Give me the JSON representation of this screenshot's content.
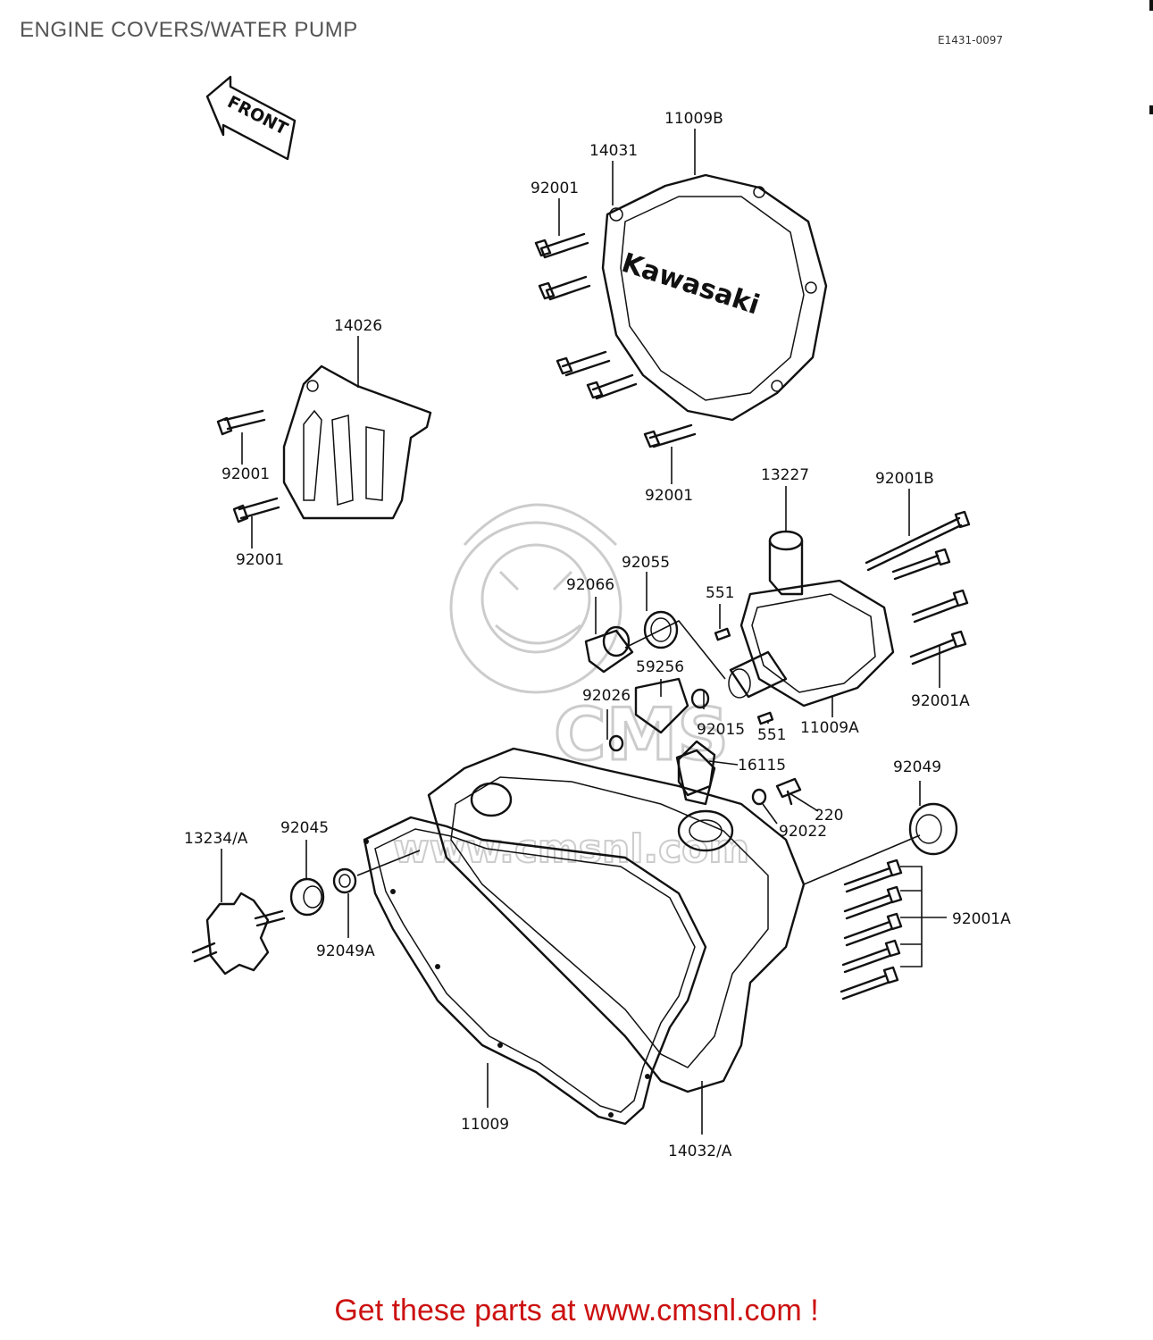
{
  "header": {
    "title": "ENGINE COVERS/WATER PUMP",
    "diagram_code": "E1431-0097"
  },
  "front_arrow": {
    "label": "FRONT"
  },
  "cover_logo": {
    "text": "Kawasaki"
  },
  "watermark": {
    "text": "www.cmsnl.com",
    "logo_text": "CMS"
  },
  "part_labels": [
    {
      "id": "p1",
      "text": "11009B"
    },
    {
      "id": "p2",
      "text": "14031"
    },
    {
      "id": "p3",
      "text": "92001"
    },
    {
      "id": "p4",
      "text": "14026"
    },
    {
      "id": "p5",
      "text": "92001"
    },
    {
      "id": "p6",
      "text": "92001"
    },
    {
      "id": "p7",
      "text": "92001"
    },
    {
      "id": "p8",
      "text": "13227"
    },
    {
      "id": "p9",
      "text": "92001B"
    },
    {
      "id": "p10",
      "text": "92055"
    },
    {
      "id": "p11",
      "text": "92066"
    },
    {
      "id": "p12",
      "text": "551"
    },
    {
      "id": "p13",
      "text": "59256"
    },
    {
      "id": "p14",
      "text": "92026"
    },
    {
      "id": "p15",
      "text": "92015"
    },
    {
      "id": "p16",
      "text": "551"
    },
    {
      "id": "p17",
      "text": "11009A"
    },
    {
      "id": "p18",
      "text": "92001A"
    },
    {
      "id": "p19",
      "text": "16115"
    },
    {
      "id": "p20",
      "text": "92049"
    },
    {
      "id": "p21",
      "text": "220"
    },
    {
      "id": "p22",
      "text": "92022"
    },
    {
      "id": "p23",
      "text": "13234/A"
    },
    {
      "id": "p24",
      "text": "92045"
    },
    {
      "id": "p25",
      "text": "92049A"
    },
    {
      "id": "p26",
      "text": "92001A"
    },
    {
      "id": "p27",
      "text": "11009"
    },
    {
      "id": "p28",
      "text": "14032/A"
    }
  ],
  "footer": {
    "text": "Get these parts at www.cmsnl.com !",
    "color": "#cc1111"
  }
}
